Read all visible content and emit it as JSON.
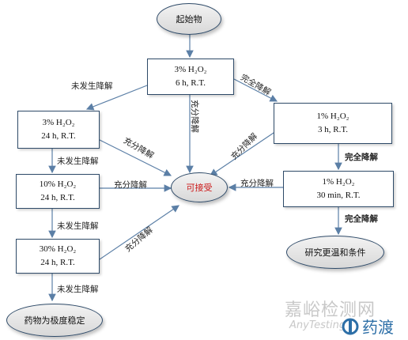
{
  "nodes": {
    "start": "起始物",
    "box1": {
      "line1": "3% H₂O₂",
      "line2": "6 h, R.T."
    },
    "box2": {
      "line1": "3% H₂O₂",
      "line2": "24 h, R.T."
    },
    "box3": {
      "line1": "10% H₂O₂",
      "line2": "24 h, R.T."
    },
    "box4": {
      "line1": "30% H₂O₂",
      "line2": "24 h, R.T."
    },
    "box5": {
      "line1": "1% H₂O₂",
      "line2": "3 h, R.T."
    },
    "box6": {
      "line1": "1% H₂O₂",
      "line2": "30 min, R.T."
    },
    "acceptable": "可接受",
    "stable": "药物为极度稳定",
    "milder": "研究更温和条件"
  },
  "edge_labels": {
    "no_degradation_1": "未发生降解",
    "no_degradation_2": "未发生降解",
    "no_degradation_3": "未发生降解",
    "no_degradation_4": "未发生降解",
    "full_1": "充分降解",
    "full_2": "充分降解",
    "full_3": "充分降解",
    "full_4": "充分降解",
    "full_5": "充分降解",
    "full_6": "充分降解",
    "complete_1": "完全降解",
    "complete_2": "完全降解",
    "complete_3": "完全降解"
  },
  "watermark": {
    "cn": "嘉峪检测网",
    "en": "AnyTesting",
    "logo_text": "药渡"
  },
  "colors": {
    "line": "#5b7fa6",
    "border": "#2e4a68",
    "accent_red": "#cc1a1a",
    "watermark": "#c8c8c8",
    "logo_blue": "#2d6fa7"
  }
}
